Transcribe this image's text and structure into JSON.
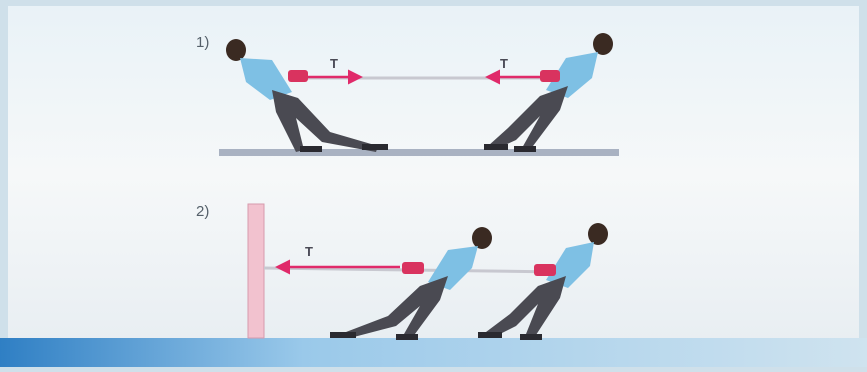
{
  "scenarios": [
    {
      "label": "1)",
      "left_force_label": "T",
      "right_force_label": "T"
    },
    {
      "label": "2)",
      "force_label": "T"
    }
  ],
  "colors": {
    "rope": "#c8c8d0",
    "force_arrow": "#e02a6a",
    "ground": "#a9b2c2",
    "wall": "#f2c2cf",
    "shirt": "#7ec0e4",
    "pants": "#4a4a52",
    "skin": "#8a5a3a"
  }
}
